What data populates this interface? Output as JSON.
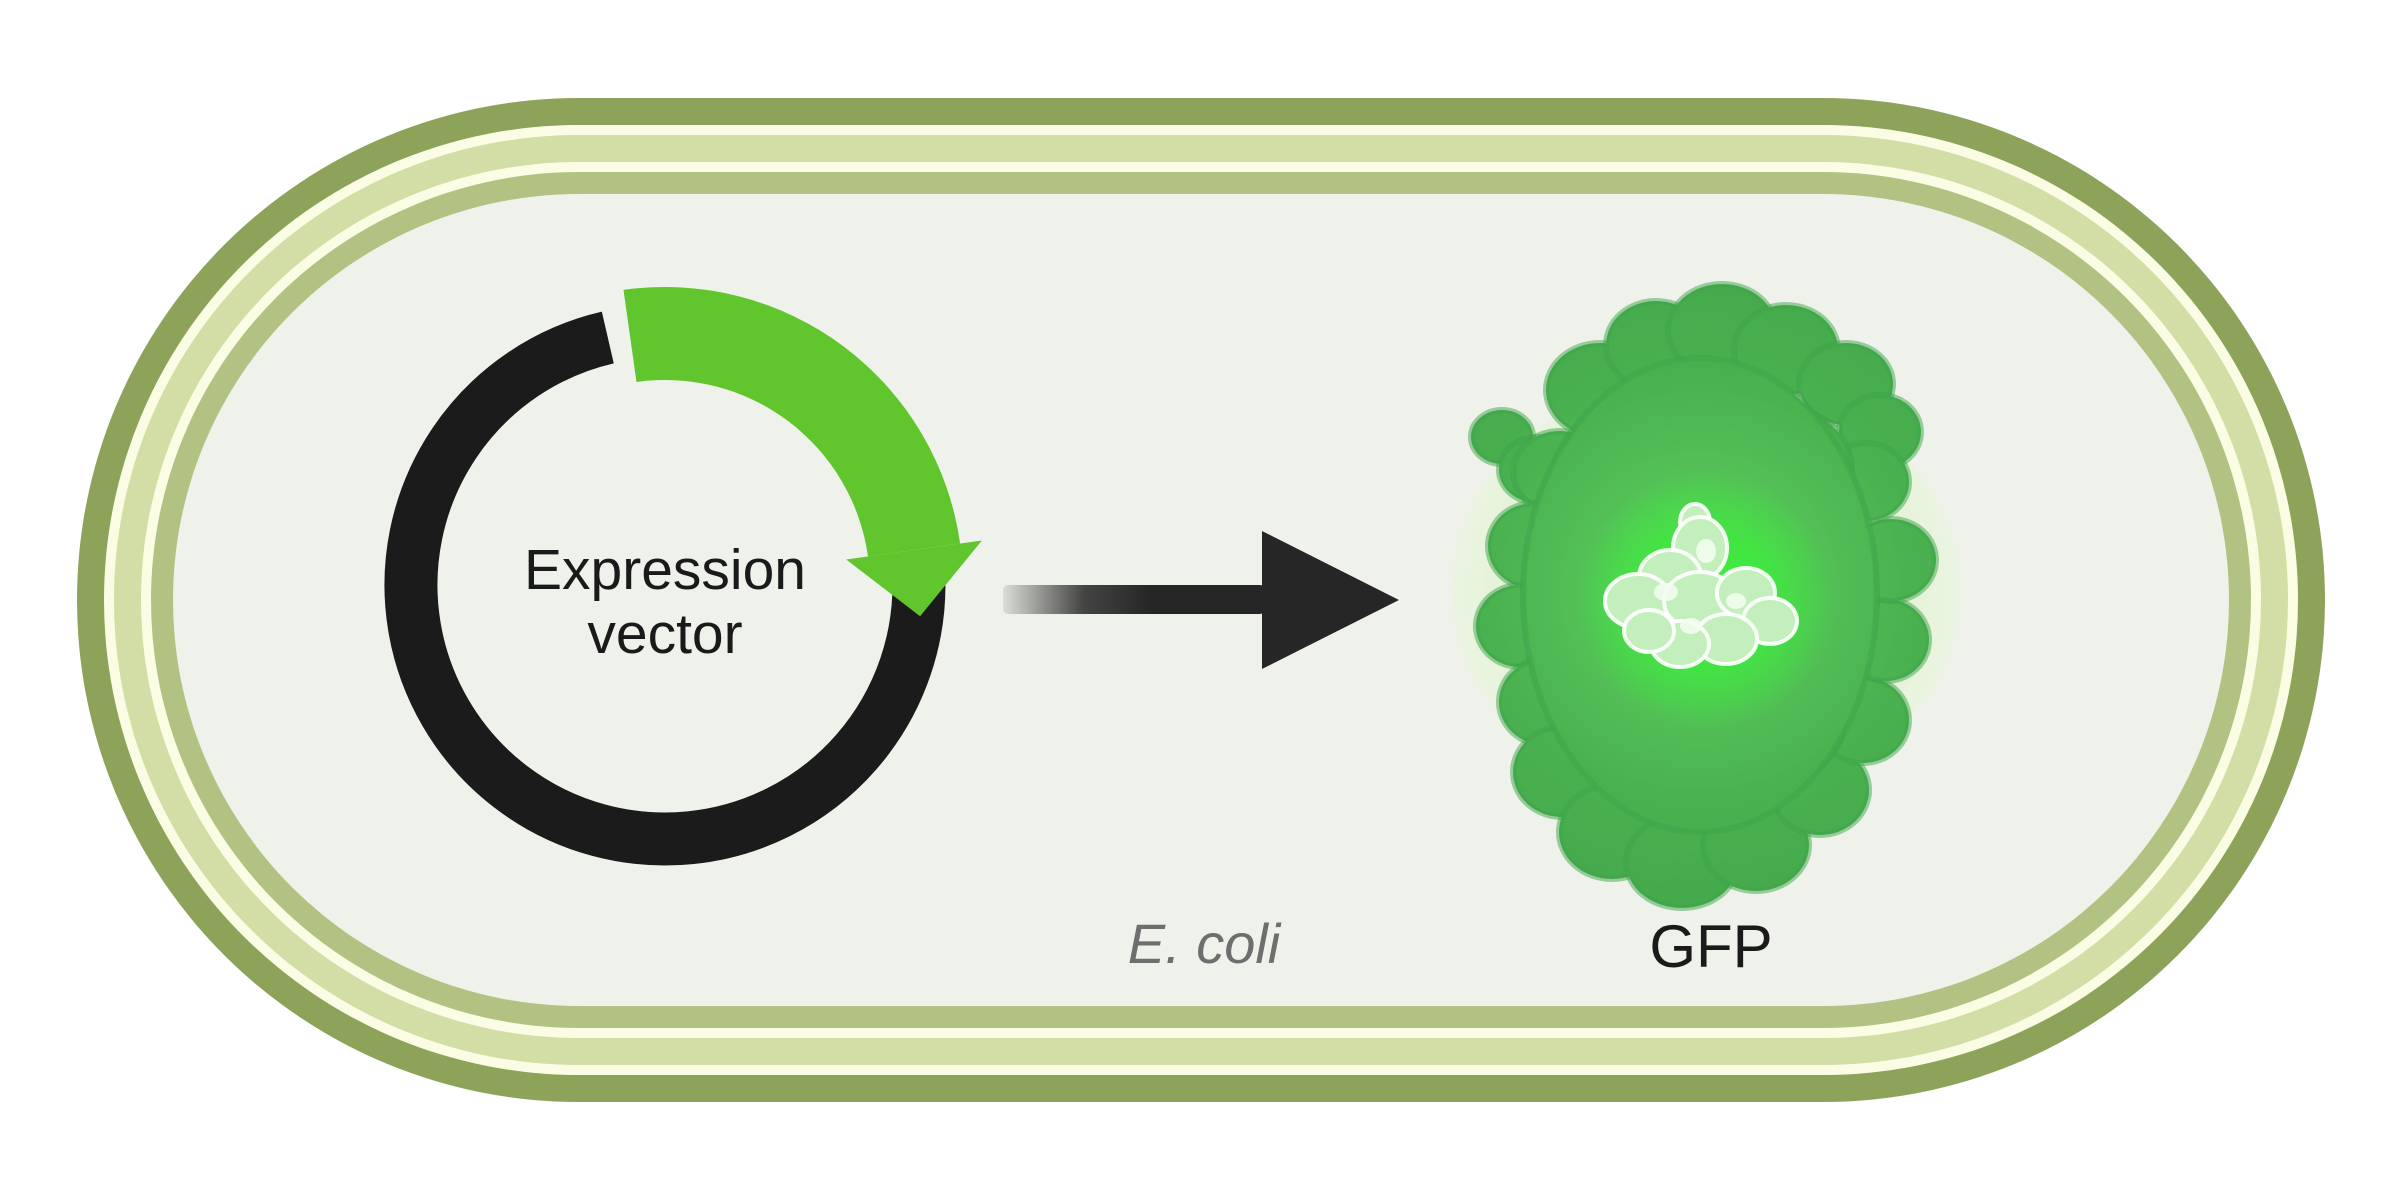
{
  "diagram": {
    "labels": {
      "expression_vector": "Expression vector",
      "cell": "E. coli",
      "protein": "GFP"
    },
    "icons": [
      "cell-membrane-icon",
      "plasmid-ring-icon",
      "insert-arc-arrow-icon",
      "transfer-arrow-icon",
      "gfp-protein-blob-icon"
    ],
    "colors": {
      "page_background": "#ffffff",
      "membrane_outer_olive": "#8ea35a",
      "membrane_cream": "#fafde4",
      "membrane_light_sage": "#d3dda6",
      "membrane_inner_sage": "#b2c283",
      "cytoplasm": "#eff2eb",
      "plasmid_ring_black": "#1b1b1b",
      "insert_arrow_green": "#61c52d",
      "transfer_arrow_dark": "#262626",
      "gfp_body_green": "#4cb454",
      "gfp_glow_green": "#3ef03e",
      "gfp_pale_center": "#c3efbc",
      "gfp_halo": "#e3f3d4",
      "label_gray": "#6e6e6e",
      "label_black": "#1a1a1a"
    }
  }
}
